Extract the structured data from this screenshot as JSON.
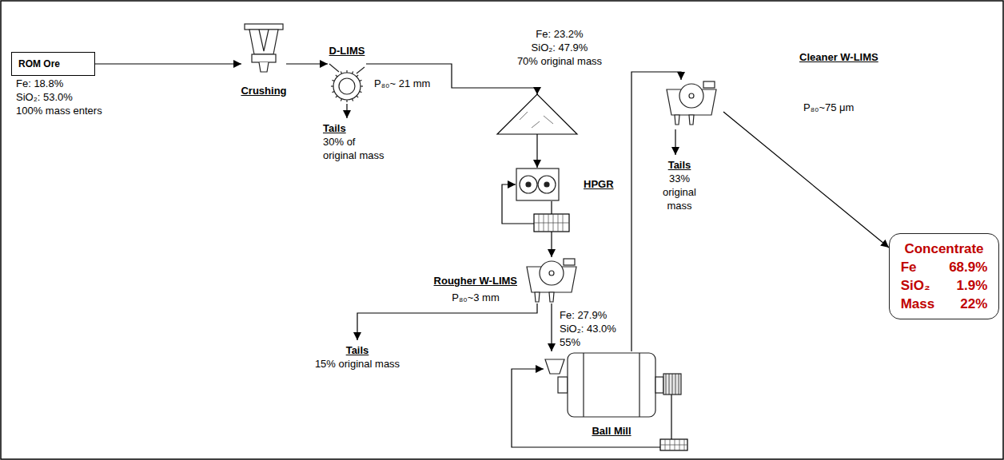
{
  "diagram": {
    "nodes": [
      {
        "text": [
          "ROM Ore"
        ]
      },
      {
        "text": [
          "Crushing"
        ]
      },
      {
        "text": [
          "D-LIMS"
        ]
      },
      {
        "text": [
          "HPGR"
        ]
      },
      {
        "text": [
          "Rougher W-LIMS"
        ]
      },
      {
        "text": [
          "Ball Mill"
        ]
      },
      {
        "text": [
          "Cleaner W-LIMS"
        ]
      },
      {
        "text": [
          "Concentrate",
          "Fe",
          "68.9%",
          "SiO₂",
          "1.9%",
          "Mass",
          "22%"
        ]
      }
    ],
    "edges": [
      {
        "from": 0,
        "to": 1,
        "arrow": "to"
      },
      {
        "from": 1,
        "to": 2,
        "arrow": "to"
      },
      {
        "from": 2,
        "to": 3,
        "arrow": "to"
      },
      {
        "from": 3,
        "to": 4,
        "arrow": "to"
      },
      {
        "from": 4,
        "to": 5,
        "arrow": "to"
      },
      {
        "from": 5,
        "to": 6,
        "arrow": "to"
      },
      {
        "from": 6,
        "to": 7,
        "arrow": "to"
      }
    ],
    "labels": [
      "Fe: 18.8%",
      "SiO₂: 53.0%",
      "100% mass enters",
      "P₈₀~ 21 mm",
      "Tails",
      "30% of original mass",
      "Fe: 23.2%",
      "SiO₂: 47.9%",
      "70% original mass",
      "P₈₀~3 mm",
      "Tails",
      "15% original mass",
      "Fe: 27.9%",
      "SiO₂: 43.0%",
      "55%",
      "Tails",
      "33% original mass",
      "P₈₀~75 μm"
    ]
  }
}
